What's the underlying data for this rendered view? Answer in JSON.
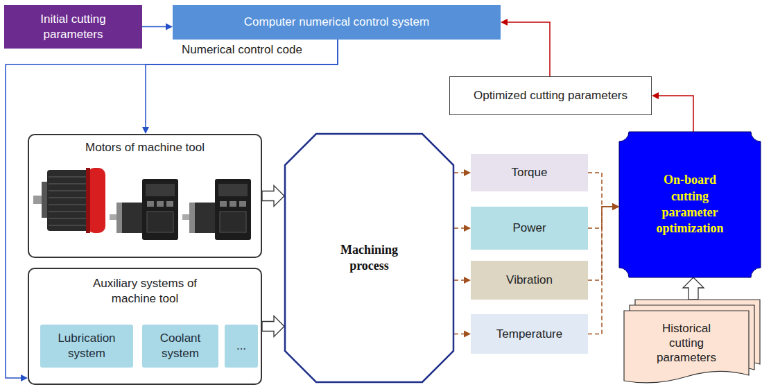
{
  "diagram": {
    "nodes": [
      {
        "text": [
          "Initial cutting parameters"
        ]
      },
      {
        "text": [
          "Computer numerical control system"
        ]
      },
      {
        "text": [
          "Optimized cutting parameters"
        ]
      },
      {
        "text": [
          "Motors of machine tool"
        ]
      },
      {
        "text": [
          "Auxiliary systems of machine tool"
        ]
      },
      {
        "text": [
          "Lubrication system"
        ],
        "in": 4
      },
      {
        "text": [
          "Coolant system"
        ],
        "in": 4
      },
      {
        "text": [
          "..."
        ],
        "in": 4
      },
      {
        "text": [
          "Machining process"
        ]
      },
      {
        "text": [
          "Torque"
        ]
      },
      {
        "text": [
          "Power"
        ]
      },
      {
        "text": [
          "Vibration"
        ]
      },
      {
        "text": [
          "Temperature"
        ]
      },
      {
        "text": [
          "On-board cutting parameter optimization"
        ]
      },
      {
        "text": [
          "Historical cutting parameters"
        ]
      }
    ],
    "edges": [
      {
        "from": 0,
        "to": 1,
        "arrow": "to"
      },
      {
        "from": 1,
        "to": 3,
        "arrow": "to"
      },
      {
        "from": 1,
        "to": 4,
        "arrow": "to"
      },
      {
        "from": 3,
        "to": 8,
        "arrow": "to"
      },
      {
        "from": 4,
        "to": 8,
        "arrow": "to"
      },
      {
        "from": 8,
        "to": 9,
        "arrow": "to"
      },
      {
        "from": 8,
        "to": 10,
        "arrow": "to"
      },
      {
        "from": 8,
        "to": 11,
        "arrow": "to"
      },
      {
        "from": 8,
        "to": 12,
        "arrow": "to"
      },
      {
        "from": 9,
        "to": 13,
        "arrow": "to"
      },
      {
        "from": 10,
        "to": 13,
        "arrow": "to"
      },
      {
        "from": 11,
        "to": 13,
        "arrow": "to"
      },
      {
        "from": 12,
        "to": 13,
        "arrow": "to"
      },
      {
        "from": 14,
        "to": 13,
        "arrow": "to"
      },
      {
        "from": 13,
        "to": 2,
        "arrow": "to"
      },
      {
        "from": 2,
        "to": 1,
        "arrow": "to"
      }
    ],
    "labels": [
      "Numerical control code"
    ]
  }
}
